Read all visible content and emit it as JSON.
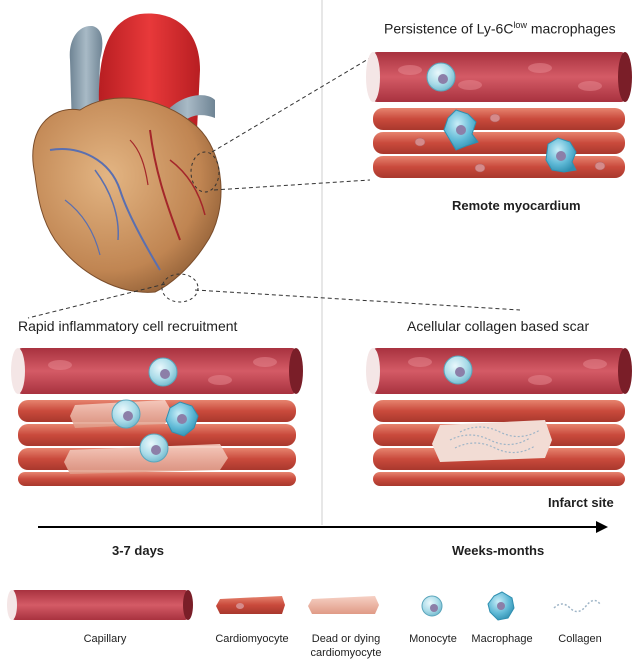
{
  "panels": {
    "top_right": {
      "title_main": "Persistence of Ly-6C",
      "title_sup": "low",
      "title_tail": " macrophages",
      "caption": "Remote myocardium"
    },
    "bottom_left": {
      "title": "Rapid inflammatory cell recruitment"
    },
    "bottom_right": {
      "title": "Acellular collagen based scar",
      "caption": "Infarct site"
    }
  },
  "timeline": {
    "start_label": "3-7 days",
    "end_label": "Weeks-months"
  },
  "legend": {
    "capillary": "Capillary",
    "cardiomyocyte": "Cardiomyocyte",
    "dead_line1": "Dead or dying",
    "dead_line2": "cardiomyocyte",
    "monocyte": "Monocyte",
    "macrophage": "Macrophage",
    "collagen": "Collagen"
  },
  "colors": {
    "capillary": "#c44350",
    "muscle": "#d4574a",
    "dead_muscle": "#eeb3a4",
    "monocyte": "#a9dbe8",
    "macrophage": "#5fb9d6",
    "aorta": "#d8262b",
    "vein": "#8fa3b1",
    "heart": "#c79262"
  }
}
